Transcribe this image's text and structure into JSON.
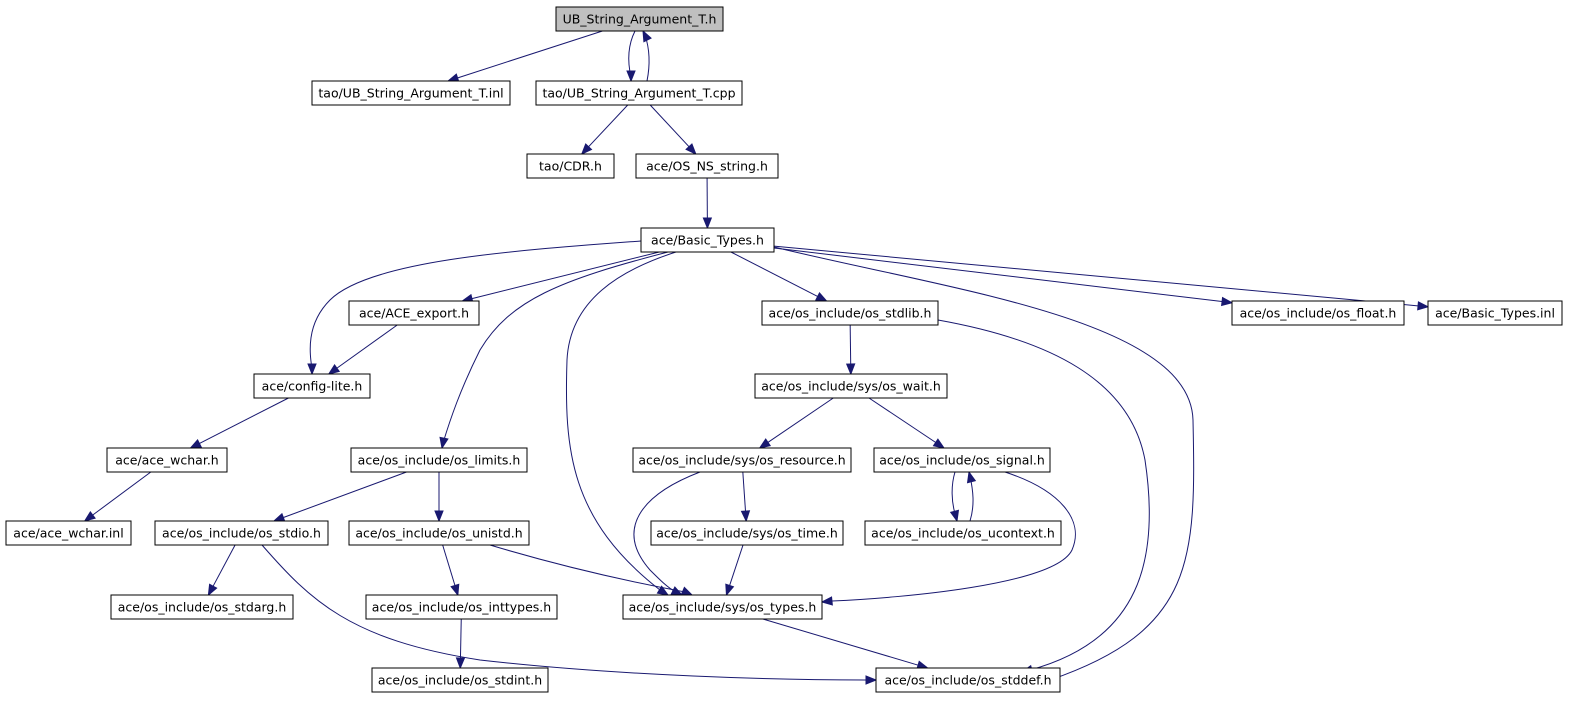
{
  "title": "",
  "nodes": [
    {
      "id": "ub_h",
      "label": "UB_String_Argument_T.h",
      "root": true
    },
    {
      "id": "ub_inl",
      "label": "tao/UB_String_Argument_T.inl"
    },
    {
      "id": "ub_cpp",
      "label": "tao/UB_String_Argument_T.cpp"
    },
    {
      "id": "cdr",
      "label": "tao/CDR.h"
    },
    {
      "id": "osns",
      "label": "ace/OS_NS_string.h"
    },
    {
      "id": "basic",
      "label": "ace/Basic_Types.h"
    },
    {
      "id": "export",
      "label": "ace/ACE_export.h"
    },
    {
      "id": "stdlib",
      "label": "ace/os_include/os_stdlib.h"
    },
    {
      "id": "float",
      "label": "ace/os_include/os_float.h"
    },
    {
      "id": "basicinl",
      "label": "ace/Basic_Types.inl"
    },
    {
      "id": "config",
      "label": "ace/config-lite.h"
    },
    {
      "id": "wait",
      "label": "ace/os_include/sys/os_wait.h"
    },
    {
      "id": "wchar",
      "label": "ace/ace_wchar.h"
    },
    {
      "id": "limits",
      "label": "ace/os_include/os_limits.h"
    },
    {
      "id": "resource",
      "label": "ace/os_include/sys/os_resource.h"
    },
    {
      "id": "signal",
      "label": "ace/os_include/os_signal.h"
    },
    {
      "id": "wcharinl",
      "label": "ace/ace_wchar.inl"
    },
    {
      "id": "stdio",
      "label": "ace/os_include/os_stdio.h"
    },
    {
      "id": "unistd",
      "label": "ace/os_include/os_unistd.h"
    },
    {
      "id": "time",
      "label": "ace/os_include/sys/os_time.h"
    },
    {
      "id": "ucontext",
      "label": "ace/os_include/os_ucontext.h"
    },
    {
      "id": "stdarg",
      "label": "ace/os_include/os_stdarg.h"
    },
    {
      "id": "inttypes",
      "label": "ace/os_include/os_inttypes.h"
    },
    {
      "id": "types",
      "label": "ace/os_include/sys/os_types.h"
    },
    {
      "id": "stdint",
      "label": "ace/os_include/os_stdint.h"
    },
    {
      "id": "stddef",
      "label": "ace/os_include/os_stddef.h"
    }
  ],
  "edges": [
    [
      "ub_h",
      "ub_inl"
    ],
    [
      "ub_h",
      "ub_cpp"
    ],
    [
      "ub_cpp",
      "ub_h"
    ],
    [
      "ub_cpp",
      "cdr"
    ],
    [
      "ub_cpp",
      "osns"
    ],
    [
      "osns",
      "basic"
    ],
    [
      "basic",
      "config"
    ],
    [
      "basic",
      "export"
    ],
    [
      "basic",
      "limits"
    ],
    [
      "basic",
      "types"
    ],
    [
      "basic",
      "stdlib"
    ],
    [
      "basic",
      "stddef"
    ],
    [
      "basic",
      "float"
    ],
    [
      "basic",
      "basicinl"
    ],
    [
      "export",
      "config"
    ],
    [
      "config",
      "wchar"
    ],
    [
      "wchar",
      "wcharinl"
    ],
    [
      "stdlib",
      "wait"
    ],
    [
      "stdlib",
      "stddef"
    ],
    [
      "wait",
      "resource"
    ],
    [
      "wait",
      "signal"
    ],
    [
      "limits",
      "stdio"
    ],
    [
      "limits",
      "unistd"
    ],
    [
      "resource",
      "types"
    ],
    [
      "resource",
      "time"
    ],
    [
      "signal",
      "ucontext"
    ],
    [
      "ucontext",
      "signal"
    ],
    [
      "signal",
      "types"
    ],
    [
      "stdio",
      "stdarg"
    ],
    [
      "stdio",
      "stddef"
    ],
    [
      "unistd",
      "inttypes"
    ],
    [
      "unistd",
      "types"
    ],
    [
      "time",
      "types"
    ],
    [
      "inttypes",
      "stdint"
    ],
    [
      "types",
      "stddef"
    ]
  ]
}
